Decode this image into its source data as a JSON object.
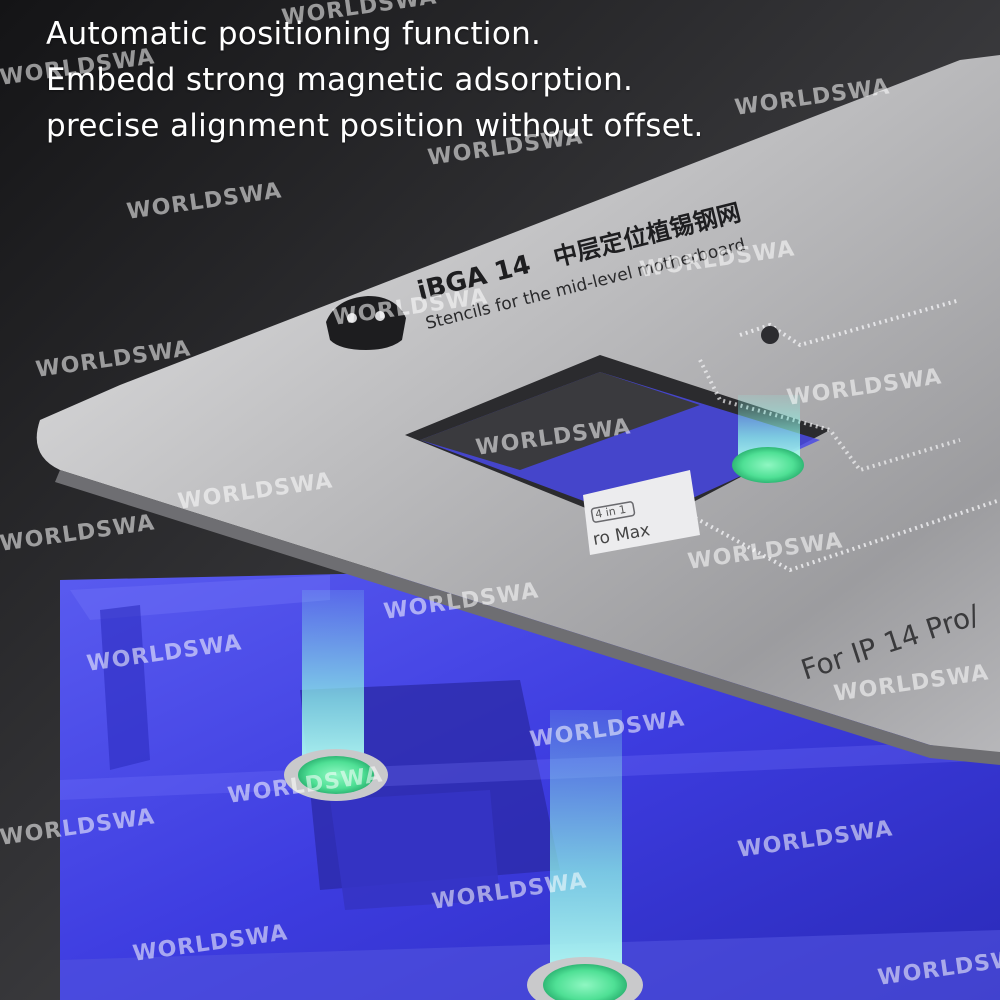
{
  "headline": {
    "line1": "Automatic positioning function.",
    "line2": "Embedd strong magnetic adsorption.",
    "line3": "precise alignment position without offset."
  },
  "stencil": {
    "model": "iBGA 14",
    "chinese_label": "中层定位植锡钢网",
    "subtitle": "Stencils for the mid-level motherboard",
    "for_label": "For IP 14 Pro/",
    "badge": "4 in 1",
    "model_text": "ro Max"
  },
  "watermark": "WORLDSWA",
  "colors": {
    "background": "#2a2a2c",
    "platform_blue": "#3f3ee0",
    "stencil_silver": "#c9c9cb",
    "beam": "#7ff2e2",
    "magnet_green": "#5ee8a0"
  }
}
